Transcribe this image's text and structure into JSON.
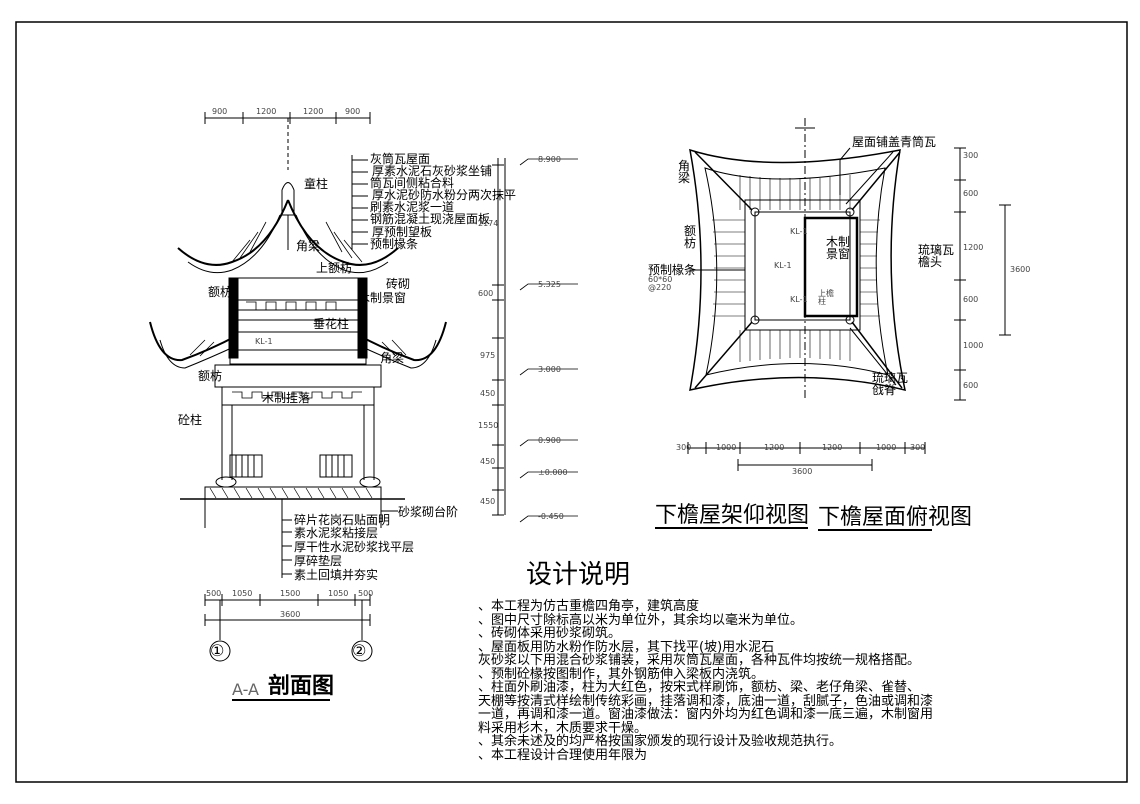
{
  "section_view": {
    "title_prefix": "A-A",
    "title": "剖面图",
    "top_dims": [
      "900",
      "1200",
      "1200",
      "900"
    ],
    "bottom_dims": [
      "500",
      "1050",
      "1500",
      "1050",
      "500"
    ],
    "total_dim": "3600",
    "axis_left": "①",
    "axis_right": "②",
    "roof_layers": [
      "灰筒瓦屋面",
      "厚素水泥石灰砂浆坐铺",
      "筒瓦间侧粘合料",
      "厚水泥砂防水粉分两次抹平",
      "刷素水泥浆一道",
      "钢筋混凝土现浇屋面板",
      "厚预制望板",
      "预制椽条"
    ],
    "base_layers": [
      "碎片花岗石贴面明",
      "素水泥浆粘接层",
      "厚干性水泥砂浆找平层",
      "厚碎垫层",
      "素土回填并夯实"
    ],
    "step_label": "砂浆砌台阶",
    "labels": [
      "童柱",
      "角梁",
      "上额枋",
      "额枋",
      "砖砌",
      "木制景窗",
      "垂花柱",
      "角梁",
      "额枋",
      "木制挂落",
      "砼柱"
    ],
    "kl": "KL-1",
    "elevations": [
      "8.900",
      "5.325",
      "3.000",
      "0.900",
      "±0.000",
      "-0.450"
    ],
    "side_dims": [
      "2174",
      "600",
      "975",
      "450",
      "1550",
      "450",
      "450"
    ]
  },
  "plan_view": {
    "title_left": "下檐屋架仰视图",
    "title_right": "下檐屋面俯视图",
    "labels": [
      "角梁",
      "额枋",
      "预制椽条",
      "木制景窗",
      "上檐柱",
      "屋面铺盖青筒瓦",
      "琉璃瓦檐头",
      "琉璃瓦戗脊"
    ],
    "rafter_spec": "60*60 @220",
    "kl_labels": [
      "KL-1",
      "KL-1",
      "KL-1"
    ],
    "bottom_dims": [
      "300",
      "1000",
      "1200",
      "1200",
      "1000",
      "300"
    ],
    "total_dim": "3600",
    "right_dims": [
      "300",
      "600",
      "1200",
      "600",
      "1000",
      "600",
      "3600"
    ]
  },
  "notes": {
    "title": "设计说明",
    "lines": [
      "、本工程为仿古重檐四角亭，建筑高度",
      "、图中尺寸除标高以米为单位外，其余均以毫米为单位。",
      "、砖砌体采用砂浆砌筑。",
      "、屋面板用防水粉作防水层，其下找平(坡)用水泥石",
      "灰砂浆以下用混合砂浆铺装，采用灰筒瓦屋面，各种瓦件均按统一规格搭配。",
      "、预制砼椽按图制作，其外钢筋伸入梁板内浇筑。",
      "、柱面外刷油漆，柱为大红色，按宋式样刷饰，额枋、梁、老仔角梁、雀替、",
      "天棚等按清式样绘制传统彩画，挂落调和漆，底油一道，刮腻子，色油或调和漆",
      "一道，再调和漆一道。窗油漆做法：窗内外均为红色调和漆一底三遍，木制窗用",
      "料采用杉木，木质要求干燥。",
      "、其余未述及的均严格按国家颁发的现行设计及验收规范执行。",
      "、本工程设计合理使用年限为"
    ]
  }
}
